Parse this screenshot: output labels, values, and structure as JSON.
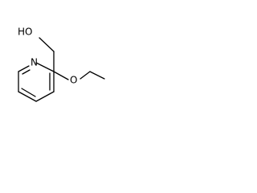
{
  "molecule": {
    "labels": {
      "hydroxyl": "HO",
      "nitrogen": "N",
      "ether_oxygen": "O"
    }
  },
  "colors": {
    "ink": "#000000",
    "background": "#ffffff"
  }
}
